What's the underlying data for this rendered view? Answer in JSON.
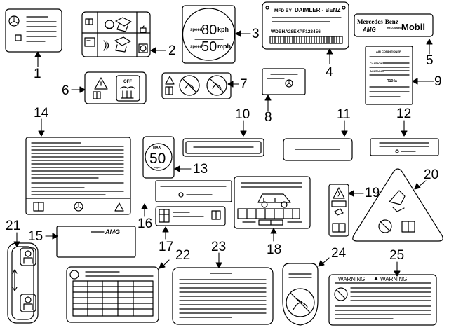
{
  "callouts": [
    "1",
    "2",
    "3",
    "4",
    "5",
    "6",
    "7",
    "8",
    "9",
    "10",
    "11",
    "12",
    "13",
    "14",
    "15",
    "16",
    "17",
    "18",
    "19",
    "20",
    "21",
    "22",
    "23",
    "24",
    "25"
  ],
  "label3": {
    "line1_prefix": "speed",
    "line1_value": "80",
    "line1_unit": "kph",
    "line2_prefix": "speed",
    "line2_value": "50",
    "line2_unit": "mph"
  },
  "label4": {
    "header": "MFD BY",
    "maker": "DAIMLER - BENZ",
    "vin": "WDBHA28EXPF123456"
  },
  "label5": {
    "brand": "Mercedes-Benz",
    "amg": "AMG",
    "recommends": "RECOMMENDS",
    "oil": "Mobil"
  },
  "label6": {
    "off": "OFF"
  },
  "label9": {
    "title": "AIR CONDITIONER",
    "caution": "CAUTION:",
    "achtung": "ACHTUNG:",
    "refrigerant": "R134a"
  },
  "label13": {
    "max": "MAX",
    "value": "50",
    "unit": "mph"
  },
  "label15": {
    "amg": "AMG"
  },
  "label25": {
    "warning_left": "WARNING",
    "warning_right": "WARNING"
  },
  "colors": {
    "ink": "#000000",
    "paper": "#ffffff"
  }
}
